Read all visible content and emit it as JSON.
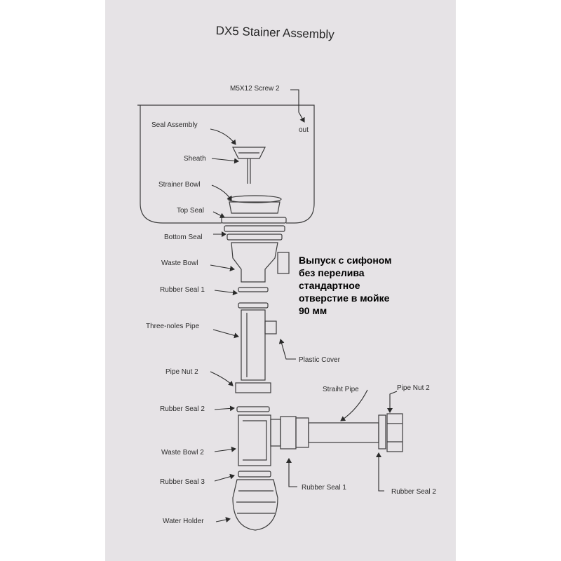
{
  "title": "DX5 Stainer Assembly",
  "labels": {
    "screw": "M5X12 Screw 2",
    "out": "out",
    "seal_assembly": "Seal Assembly",
    "sheath": "Sheath",
    "strainer_bowl": "Strainer Bowl",
    "top_seal": "Top Seal",
    "bottom_seal": "Bottom Seal",
    "waste_bowl": "Waste Bowl",
    "rubber_seal_1": "Rubber Seal 1",
    "three_holes_pipe": "Three-noles Pipe",
    "plastic_cover": "Plastic Cover",
    "pipe_nut_2": "Pipe Nut 2",
    "rubber_seal_2": "Rubber Seal 2",
    "straight_pipe": "Straiht Pipe",
    "pipe_nut_2_right": "Pipe Nut 2",
    "waste_bowl_2": "Waste Bowl 2",
    "rubber_seal_3": "Rubber Seal 3",
    "rubber_seal_1_bottom": "Rubber Seal 1",
    "rubber_seal_2_right": "Rubber Seal 2",
    "water_holder": "Water Holder"
  },
  "overlay": {
    "lines": [
      "Выпуск с сифоном",
      "без перелива",
      "стандартное",
      "отверстие в мойке",
      "90 мм"
    ]
  }
}
